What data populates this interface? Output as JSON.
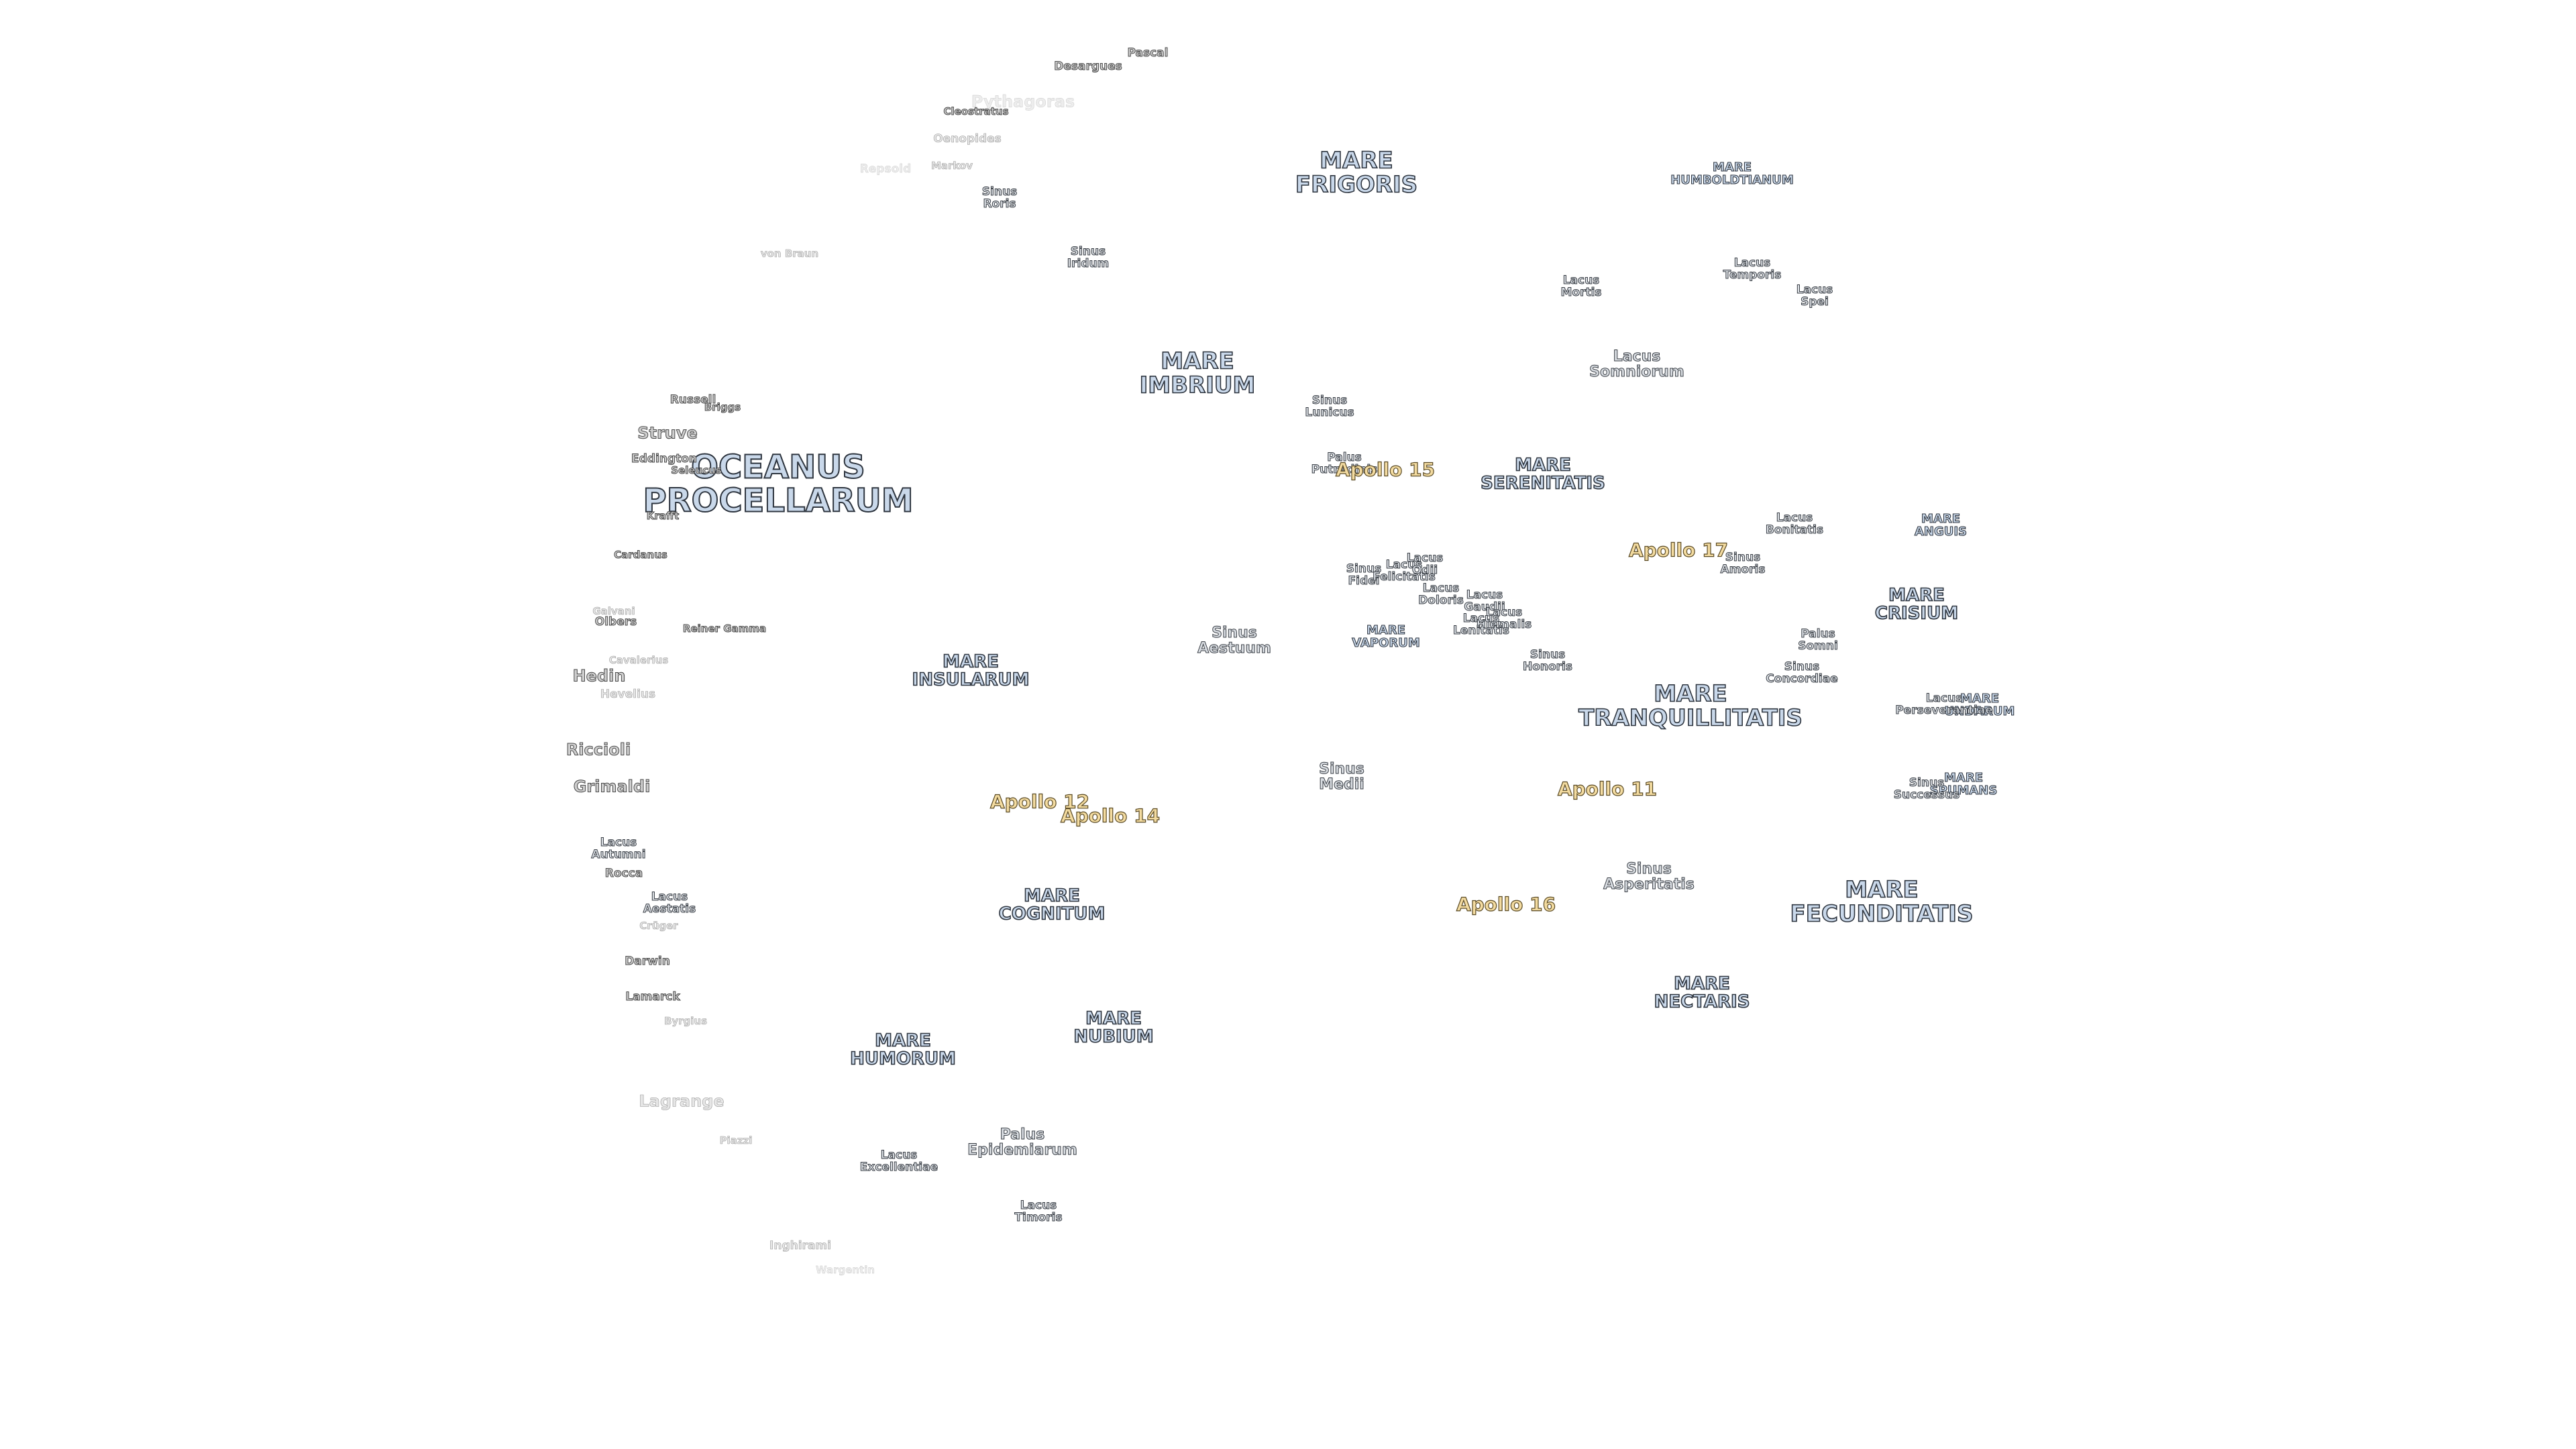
{
  "maria": {
    "oceanus_procellarum": "OCEANUS\nPROCELLARUM",
    "frigoris": "MARE\nFRIGORIS",
    "imbrium": "MARE\nIMBRIUM",
    "serenitatis": "MARE\nSERENITATIS",
    "tranquillitatis": "MARE\nTRANQUILLITATIS",
    "crisium": "MARE\nCRISIUM",
    "fecunditatis": "MARE\nFECUNDITATIS",
    "nectaris": "MARE\nNECTARIS",
    "insularum": "MARE\nINSULARUM",
    "cognitum": "MARE\nCOGNITUM",
    "nubium": "MARE\nNUBIUM",
    "humorum": "MARE\nHUMORUM",
    "vaporum": "MARE\nVAPORUM",
    "humboldtianum": "MARE\nHUMBOLDTIANUM",
    "anguis": "MARE\nANGUIS",
    "undarum": "MARE\nUNDARUM",
    "spumans": "MARE\nSPUMANS"
  },
  "minor": {
    "sinus_roris": "Sinus\nRoris",
    "sinus_iridum": "Sinus\nIridum",
    "lacus_mortis": "Lacus\nMortis",
    "lacus_temporis": "Lacus\nTemporis",
    "lacus_spei": "Lacus\nSpei",
    "lacus_somniorum": "Lacus\nSomniorum",
    "sinus_lunicus": "Sinus\nLunicus",
    "palus_putredinis": "Palus\nPutredinis",
    "lacus_bonitatis": "Lacus\nBonitatis",
    "sinus_amoris": "Sinus\nAmoris",
    "sinus_fidei": "Sinus\nFidei",
    "lacus_felicitatis": "Lacus\nFelicitatis",
    "lacus_odii": "Lacus\nOdii",
    "lacus_doloris": "Lacus\nDoloris",
    "lacus_gaudii": "Lacus\nGaudii",
    "lacus_hiemalis": "Lacus\nHiemalis",
    "lacus_lenitatis": "Lacus\nLenitatis",
    "sinus_honoris": "Sinus\nHonoris",
    "sinus_aestuum": "Sinus\nAestuum",
    "palus_somni": "Palus\nSomni",
    "sinus_concordiae": "Sinus\nConcordiae",
    "lacus_perseverantiae": "Lacus\nPerseverantiae",
    "sinus_successus": "Sinus\nSuccessus",
    "sinus_medii": "Sinus\nMedii",
    "sinus_asperitatis": "Sinus\nAsperitatis",
    "lacus_autumni": "Lacus\nAutumni",
    "lacus_aestatis": "Lacus\nAestatis",
    "lacus_excellentiae": "Lacus\nExcellentiae",
    "palus_epidemiarum": "Palus\nEpidemiarum",
    "lacus_timoris": "Lacus\nTimoris"
  },
  "craters": {
    "pascal": "Pascal",
    "desargues": "Desargues",
    "pythagoras": "Pythagoras",
    "cleostratus": "Cleostratus",
    "oenopides": "Oenopides",
    "repsold": "Repsold",
    "markov": "Markov",
    "von_braun": "von Braun",
    "russell": "Russell",
    "briggs": "Briggs",
    "struve": "Struve",
    "eddington": "Eddington",
    "seleucus": "Seleucus",
    "krafft": "Krafft",
    "cardanus": "Cardanus",
    "galvani": "Galvani",
    "olbers": "Olbers",
    "reiner_gamma": "Reiner Gamma",
    "cavalerius": "Cavalerius",
    "hedin": "Hedin",
    "hevelius": "Hevelius",
    "riccioli": "Riccioli",
    "grimaldi": "Grimaldi",
    "rocca": "Rocca",
    "crueger": "Crüger",
    "darwin": "Darwin",
    "lamarck": "Lamarck",
    "byrgius": "Byrgius",
    "lagrange": "Lagrange",
    "piazzi": "Piazzi",
    "inghirami": "Inghirami",
    "wargentin": "Wargentin"
  },
  "apollo": {
    "a11": "Apollo 11",
    "a12": "Apollo 12",
    "a14": "Apollo 14",
    "a15": "Apollo 15",
    "a16": "Apollo 16",
    "a17": "Apollo 17"
  }
}
